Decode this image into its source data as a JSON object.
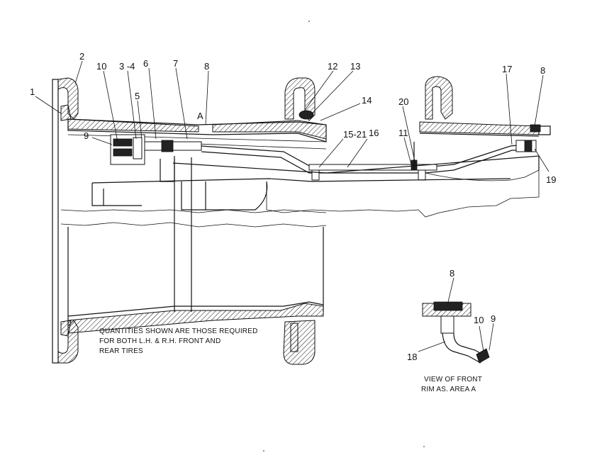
{
  "diagram": {
    "callouts": [
      {
        "id": "c1",
        "text": "1"
      },
      {
        "id": "c2",
        "text": "2"
      },
      {
        "id": "c10a",
        "text": "10"
      },
      {
        "id": "c34",
        "text": "3 -4"
      },
      {
        "id": "c6",
        "text": "6"
      },
      {
        "id": "c7",
        "text": "7"
      },
      {
        "id": "c8a",
        "text": "8"
      },
      {
        "id": "c5",
        "text": "5"
      },
      {
        "id": "c9a",
        "text": "9"
      },
      {
        "id": "cA",
        "text": "A"
      },
      {
        "id": "c12",
        "text": "12"
      },
      {
        "id": "c13",
        "text": "13"
      },
      {
        "id": "c14",
        "text": "14"
      },
      {
        "id": "c1521",
        "text": "15-21"
      },
      {
        "id": "c16",
        "text": "16"
      },
      {
        "id": "c20",
        "text": "20"
      },
      {
        "id": "c11",
        "text": "11"
      },
      {
        "id": "c17",
        "text": "17"
      },
      {
        "id": "c8b",
        "text": "8"
      },
      {
        "id": "c19",
        "text": "19"
      },
      {
        "id": "c8c",
        "text": "8"
      },
      {
        "id": "c10b",
        "text": "10"
      },
      {
        "id": "c9b",
        "text": "9"
      },
      {
        "id": "c18",
        "text": "18"
      }
    ],
    "note_lines": [
      "QUANTITIES SHOWN ARE THOSE REQUIRED",
      "FOR BOTH L.H. & R.H. FRONT AND",
      "REAR TIRES"
    ],
    "view_caption_lines": [
      "VIEW OF FRONT",
      "RIM AS. AREA A"
    ]
  }
}
